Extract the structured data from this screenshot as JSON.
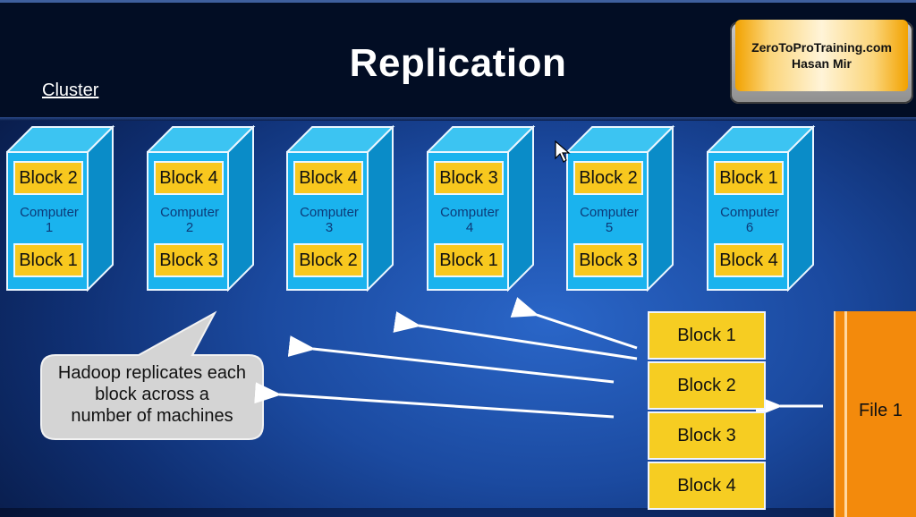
{
  "slide": {
    "title": "Replication",
    "cluster_label": "Cluster",
    "brand": {
      "line1": "ZeroToProTraining.com",
      "line2": "Hasan Mir"
    }
  },
  "computers": [
    {
      "name": "Computer",
      "number": "1",
      "top_block": "Block 2",
      "bottom_block": "Block 1"
    },
    {
      "name": "Computer",
      "number": "2",
      "top_block": "Block 4",
      "bottom_block": "Block 3"
    },
    {
      "name": "Computer",
      "number": "3",
      "top_block": "Block 4",
      "bottom_block": "Block 2"
    },
    {
      "name": "Computer",
      "number": "4",
      "top_block": "Block 3",
      "bottom_block": "Block 1"
    },
    {
      "name": "Computer",
      "number": "5",
      "top_block": "Block 2",
      "bottom_block": "Block 3"
    },
    {
      "name": "Computer",
      "number": "6",
      "top_block": "Block 1",
      "bottom_block": "Block 4"
    }
  ],
  "callout": {
    "lines": [
      "Hadoop replicates each",
      "block across a",
      "number of machines"
    ]
  },
  "file": {
    "label": "File 1",
    "blocks": [
      "Block 1",
      "Block 2",
      "Block 3",
      "Block 4"
    ]
  },
  "colors": {
    "computer_face": "#1ab3ee",
    "computer_side": "#0a8cc8",
    "block_fill": "#f8c81e",
    "file_fill": "#f38a0c",
    "header_bg": "#020d24"
  },
  "icons": {
    "cursor": "mouse-pointer-icon",
    "arrows": "arrow-left-icon"
  }
}
